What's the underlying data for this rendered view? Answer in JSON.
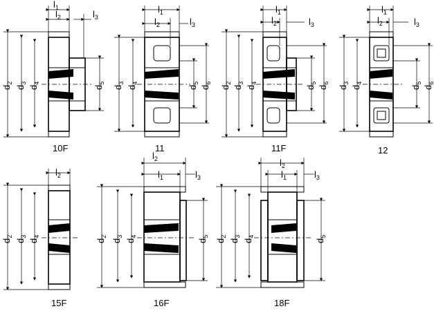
{
  "labels": {
    "l1": "l",
    "l2": "l",
    "l3": "l",
    "d2": "d",
    "d3": "d",
    "d4": "d",
    "d5": "d",
    "d6": "d",
    "sub1": "1",
    "sub2": "2",
    "sub3": "3",
    "sub4": "4",
    "sub5": "5",
    "sub6": "6"
  },
  "figures": [
    {
      "caption": "10F"
    },
    {
      "caption": "11"
    },
    {
      "caption": "11F"
    },
    {
      "caption": "12"
    },
    {
      "caption": "15F"
    },
    {
      "caption": "16F"
    },
    {
      "caption": "18F"
    }
  ]
}
